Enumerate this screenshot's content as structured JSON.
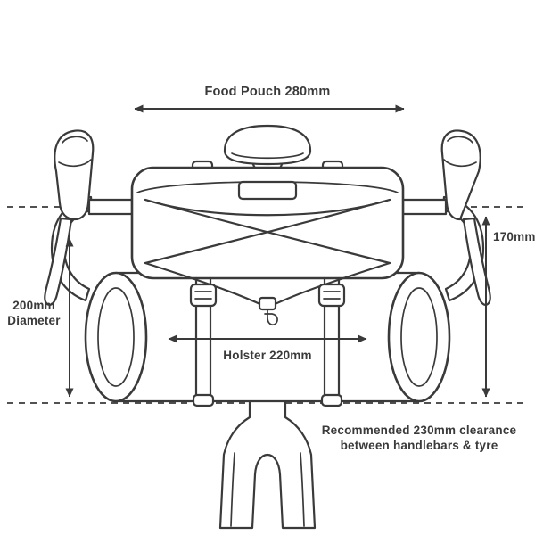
{
  "labels": {
    "food_pouch": "Food Pouch 280mm",
    "holster": "Holster 220mm",
    "diameter_line1": "200mm",
    "diameter_line2": "Diameter",
    "height": "170mm",
    "clearance_line1": "Recommended 230mm clearance",
    "clearance_line2": "between handlebars & tyre"
  },
  "colors": {
    "ink": "#3a3a3a",
    "background": "#ffffff"
  }
}
